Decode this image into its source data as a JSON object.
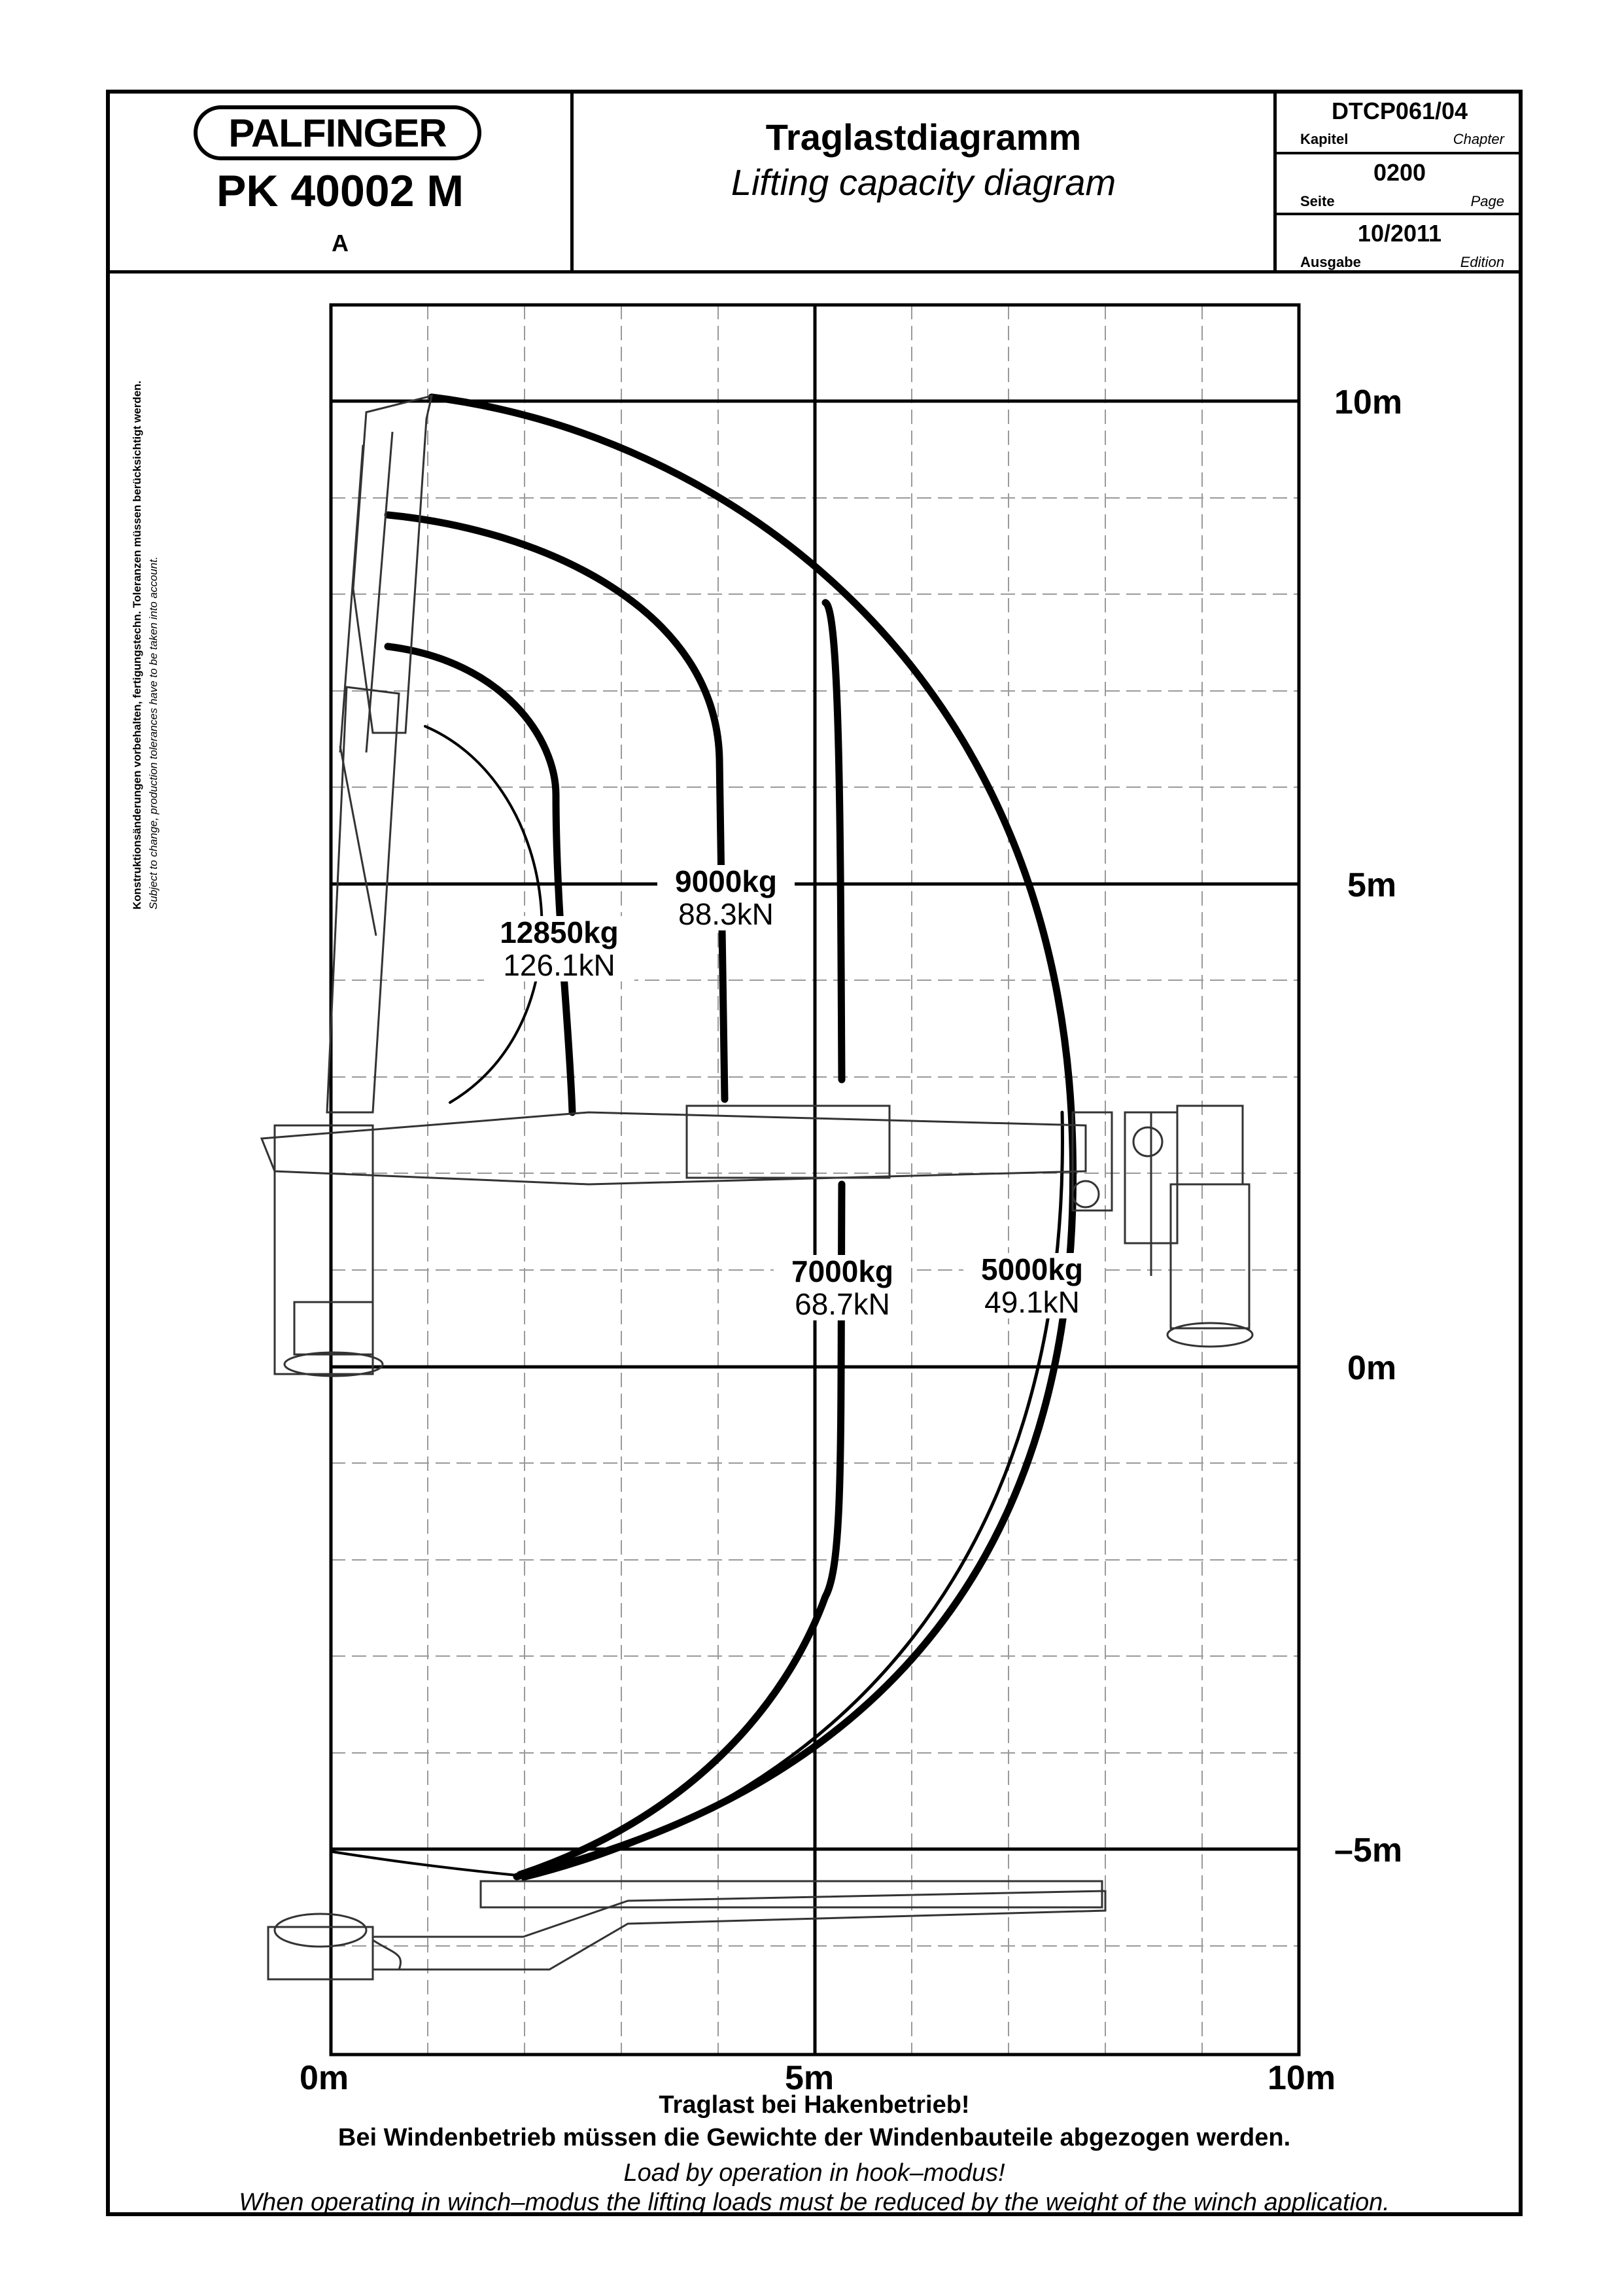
{
  "header": {
    "logo_text": "PALFINGER",
    "model": "PK 40002 M",
    "variant": "A",
    "title_de": "Traglastdiagramm",
    "title_en": "Lifting capacity diagram",
    "doc_code": "DTCP061/04",
    "kapitel_label": "Kapitel",
    "chapter_label": "Chapter",
    "page_number": "0200",
    "seite_label": "Seite",
    "page_label": "Page",
    "edition": "10/2011",
    "ausgabe_label": "Ausgabe",
    "edition_label": "Edition"
  },
  "side_note": {
    "de": "Konstruktionsänderungen vorbehalten, fertigungstechn. Toleranzen müssen berücksichtigt werden.",
    "en": "Subject to change, production tolerances have to be taken into account."
  },
  "axes": {
    "x_labels": [
      "0m",
      "5m",
      "10m"
    ],
    "y_labels": [
      "10m",
      "5m",
      "0m",
      "–5m"
    ]
  },
  "loads": [
    {
      "kg": "12850kg",
      "kn": "126.1kN"
    },
    {
      "kg": "9000kg",
      "kn": "88.3kN"
    },
    {
      "kg": "7000kg",
      "kn": "68.7kN"
    },
    {
      "kg": "5000kg",
      "kn": "49.1kN"
    }
  ],
  "footer": {
    "de_line1": "Traglast bei Hakenbetrieb!",
    "de_line2": "Bei Windenbetrieb müssen die Gewichte der Windenbauteile abgezogen werden.",
    "en_line1": "Load by operation in hook–modus!",
    "en_line2": "When operating in winch–modus the lifting loads must be reduced by the weight of the winch application."
  }
}
